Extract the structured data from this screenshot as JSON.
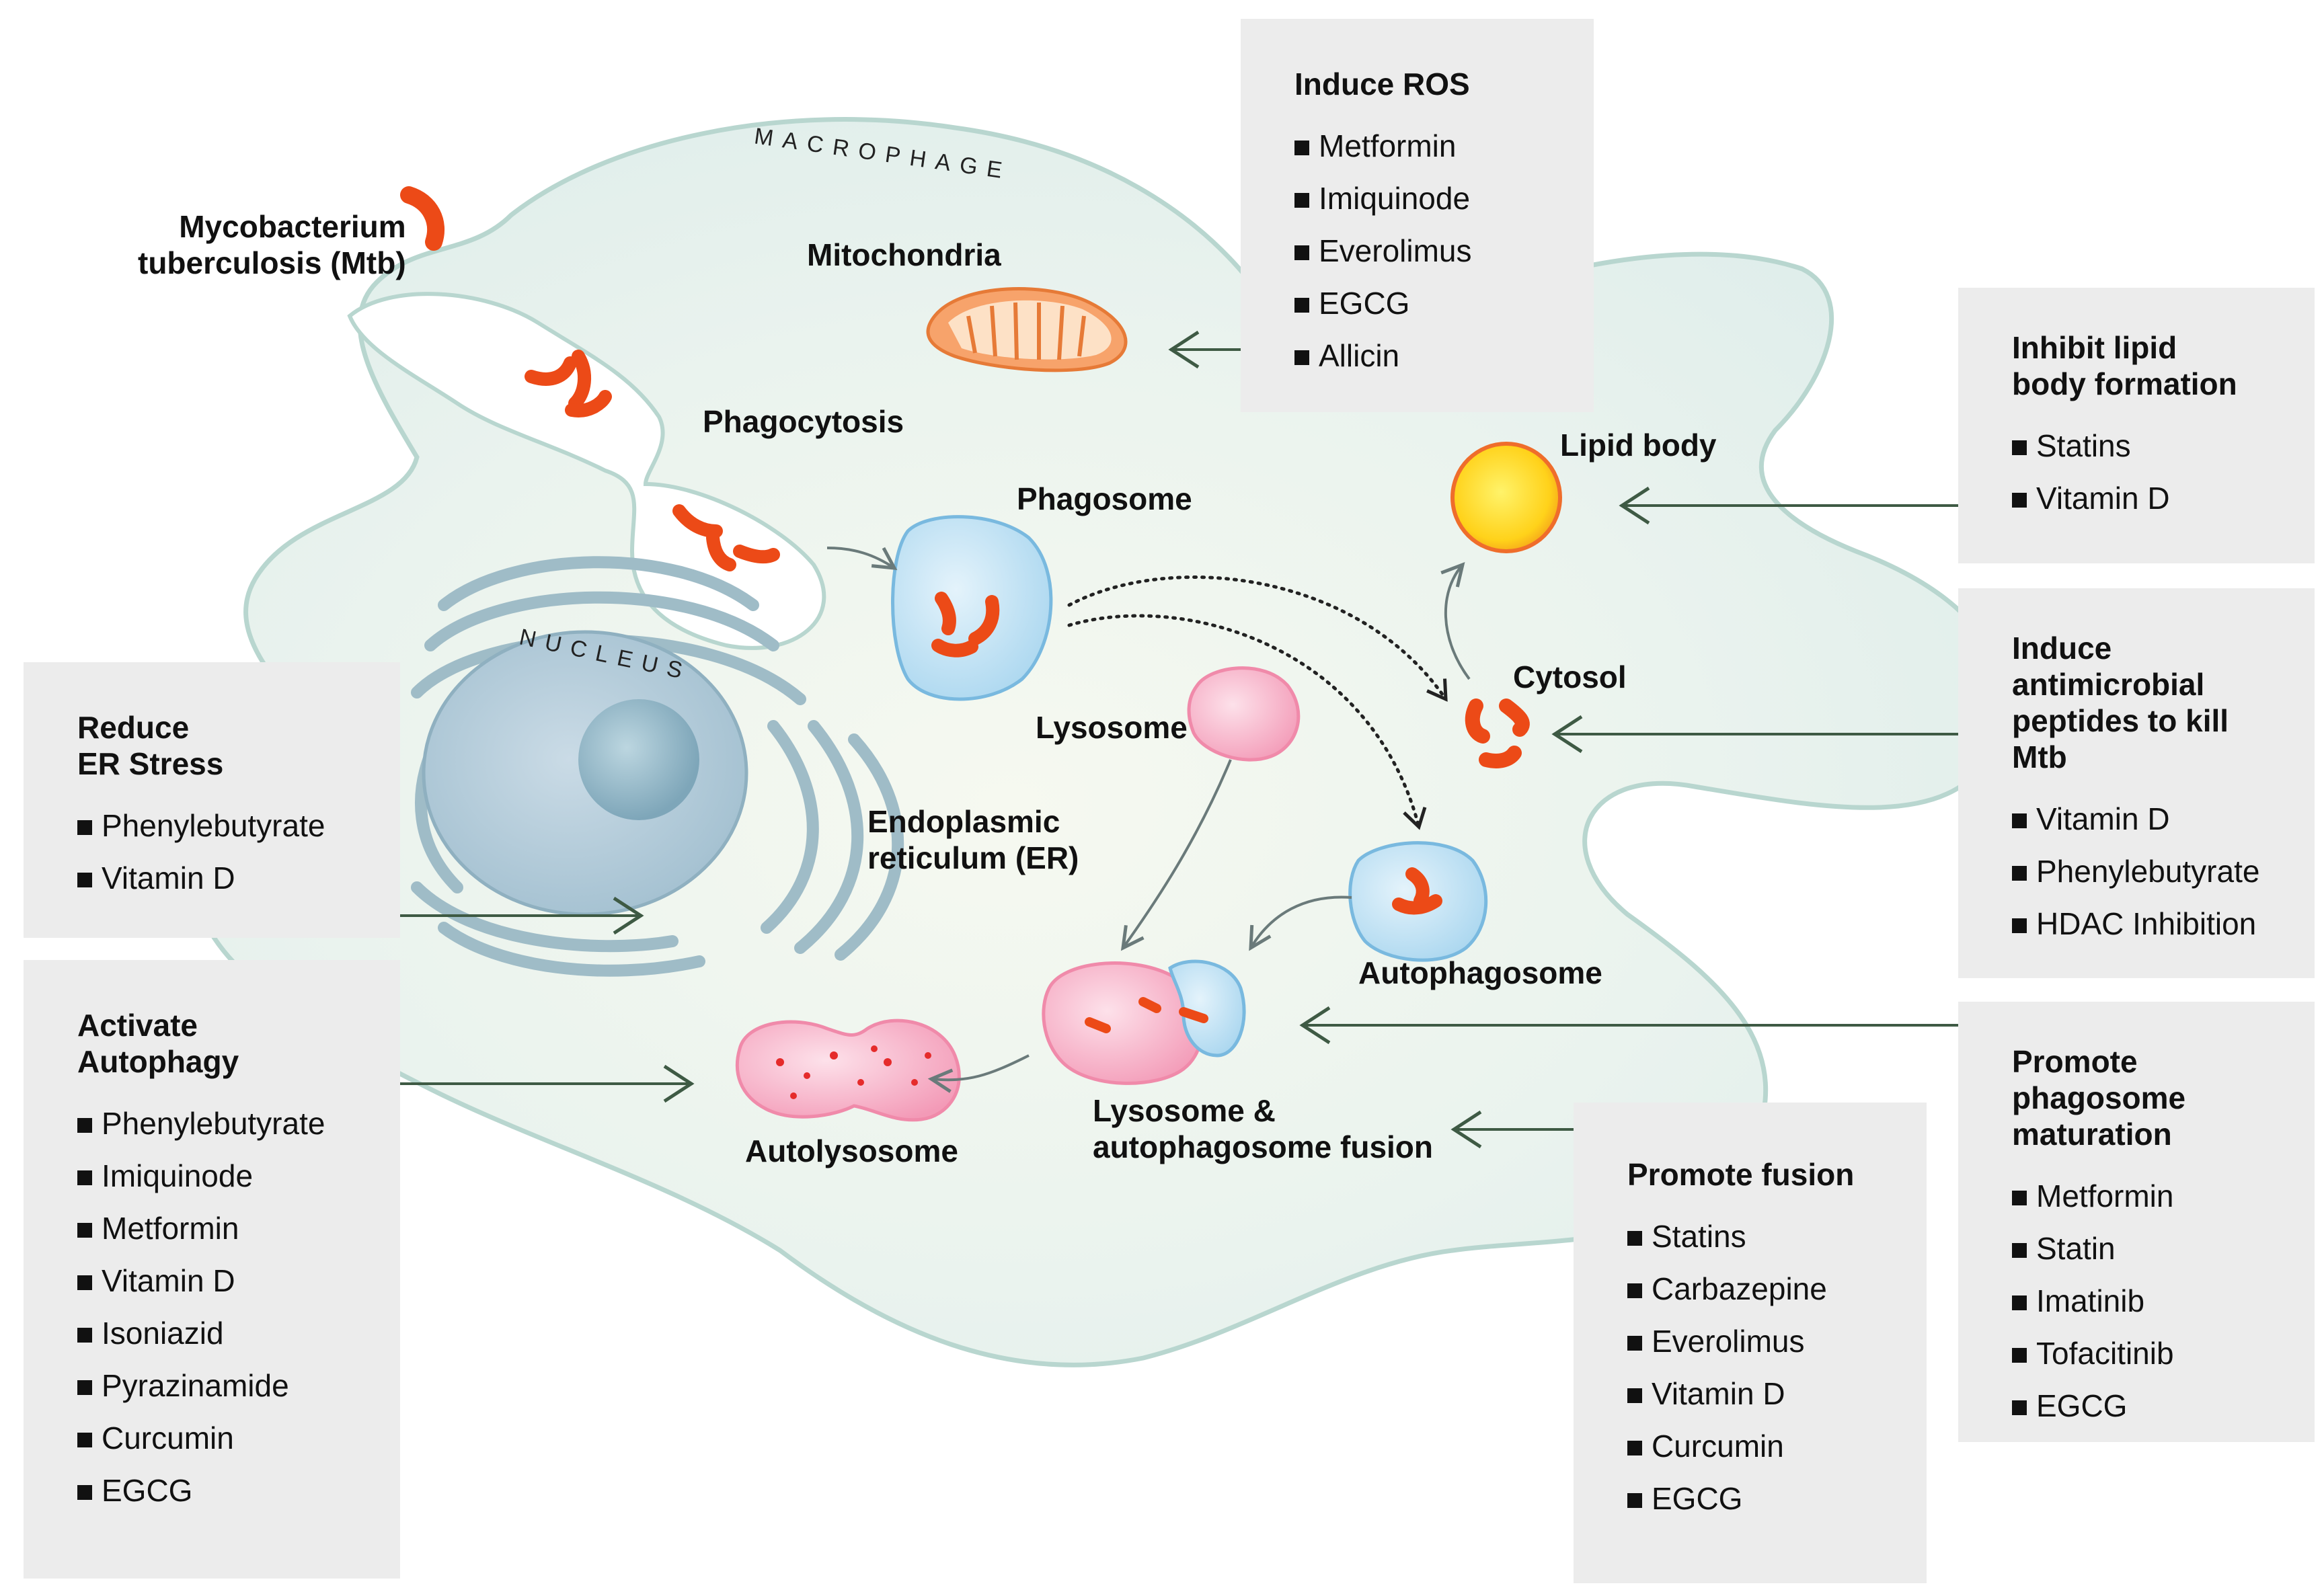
{
  "labels": {
    "mtb_line1": "Mycobacterium",
    "mtb_line2": "tuberculosis (Mtb)",
    "macrophage": "MACROPHAGE",
    "nucleus": "NUCLEUS",
    "mitochondria": "Mitochondria",
    "phagocytosis": "Phagocytosis",
    "phagosome": "Phagosome",
    "lipid_body": "Lipid body",
    "cytosol": "Cytosol",
    "lysosome": "Lysosome",
    "er_line1": "Endoplasmic",
    "er_line2": "reticulum (ER)",
    "autophagosome": "Autophagosome",
    "fusion_line1": "Lysosome &",
    "fusion_line2": "autophagosome fusion",
    "autolysosome": "Autolysosome"
  },
  "boxes": {
    "induce_ros": {
      "title": [
        "Induce ROS"
      ],
      "items": [
        "Metformin",
        "Imiquinode",
        "Everolimus",
        "EGCG",
        "Allicin"
      ]
    },
    "inhibit_lipid": {
      "title": [
        "Inhibit lipid",
        "body formation"
      ],
      "items": [
        "Statins",
        "Vitamin D"
      ]
    },
    "antimicrobial": {
      "title": [
        "Induce",
        "antimicrobial",
        "peptides to kill",
        "Mtb"
      ],
      "items": [
        "Vitamin D",
        "Phenylebutyrate",
        "HDAC Inhibition"
      ]
    },
    "phagosome_maturation": {
      "title": [
        "Promote",
        "phagosome",
        "maturation"
      ],
      "items": [
        "Metformin",
        "Statin",
        "Imatinib",
        "Tofacitinib",
        "EGCG"
      ]
    },
    "promote_fusion": {
      "title": [
        "Promote fusion"
      ],
      "items": [
        "Statins",
        "Carbazepine",
        "Everolimus",
        "Vitamin D",
        "Curcumin",
        "EGCG"
      ]
    },
    "er_stress": {
      "title": [
        "Reduce",
        "ER Stress"
      ],
      "items": [
        "Phenylebutyrate",
        "Vitamin D"
      ]
    },
    "autophagy": {
      "title": [
        "Activate",
        "Autophagy"
      ],
      "items": [
        "Phenylebutyrate",
        "Imiquinode",
        "Metformin",
        "Vitamin D",
        "Isoniazid",
        "Pyrazinamide",
        "Curcumin",
        "EGCG"
      ]
    }
  },
  "colors": {
    "cell_fill": "#e6f1ec",
    "cell_stroke": "#b8d6cf",
    "bacteria": "#ec4a17",
    "box_bg": "#ececec",
    "arrow": "#3e5a44"
  }
}
